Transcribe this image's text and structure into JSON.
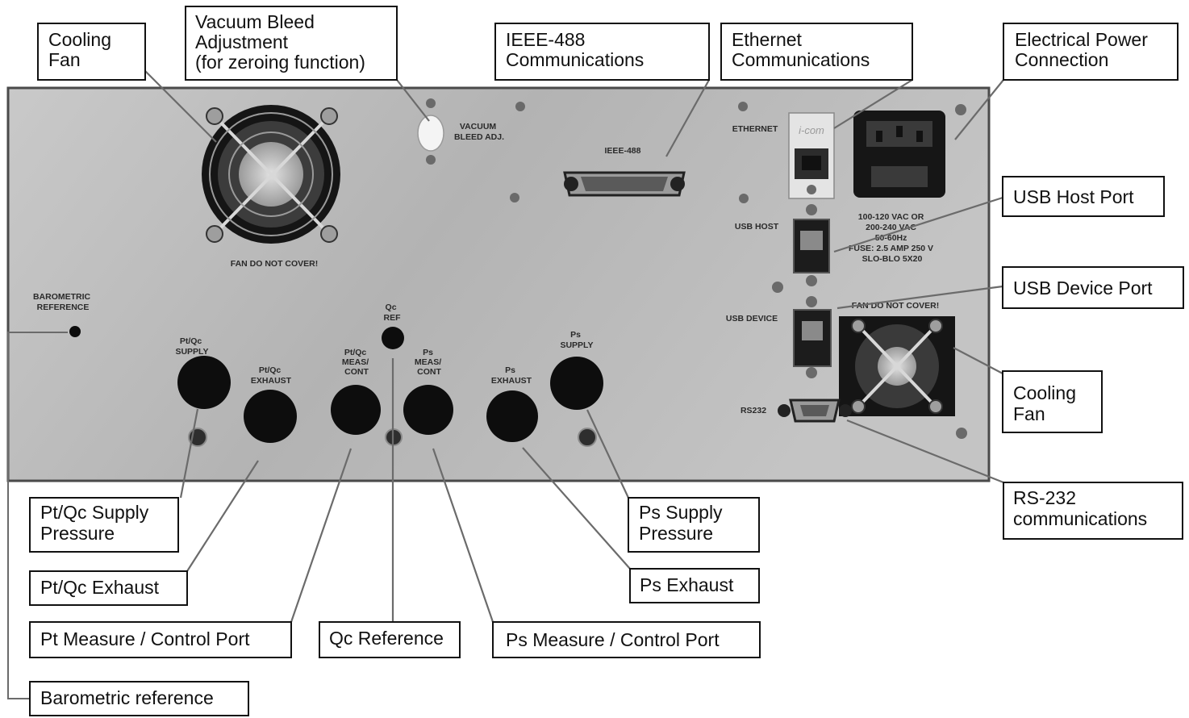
{
  "callouts": {
    "cooling_fan_left": [
      "Cooling",
      "Fan"
    ],
    "vacuum_bleed": [
      "Vacuum Bleed",
      "Adjustment",
      "(for zeroing function)"
    ],
    "ieee488": [
      "IEEE-488",
      "Communications"
    ],
    "ethernet": [
      "Ethernet",
      "Communications"
    ],
    "power": [
      "Electrical Power",
      "Connection"
    ],
    "usb_host": [
      "USB Host Port"
    ],
    "usb_device": [
      "USB Device Port"
    ],
    "cooling_fan_right": [
      "Cooling",
      "Fan"
    ],
    "rs232": [
      "RS-232",
      "communications"
    ],
    "ptqc_supply": [
      "Pt/Qc Supply",
      "Pressure"
    ],
    "ptqc_exhaust": [
      "Pt/Qc Exhaust"
    ],
    "pt_measure": [
      "Pt Measure / Control Port"
    ],
    "qc_reference": [
      "Qc Reference"
    ],
    "ps_measure": [
      "Ps Measure / Control Port"
    ],
    "ps_exhaust": [
      "Ps Exhaust"
    ],
    "ps_supply": [
      "Ps Supply",
      "Pressure"
    ],
    "barometric": [
      "Barometric reference"
    ]
  },
  "panel_labels": {
    "fan_left": "FAN DO NOT COVER!",
    "vacuum_bleed": [
      "VACUUM",
      "BLEED ADJ."
    ],
    "ieee488": "IEEE-488",
    "ethernet": "ETHERNET",
    "icom": "i-com",
    "usb_host": "USB HOST",
    "usb_device": "USB DEVICE",
    "power_spec": [
      "100-120 VAC OR",
      "200-240 VAC",
      "50-60Hz",
      "FUSE: 2.5 AMP 250 V",
      "SLO-BLO 5X20"
    ],
    "fan_right": "FAN DO NOT COVER!",
    "rs232": "RS232",
    "barometric": [
      "BAROMETRIC",
      "REFERENCE"
    ],
    "ptqc_supply": [
      "Pt/Qc",
      "SUPPLY"
    ],
    "ptqc_exhaust": [
      "Pt/Qc",
      "EXHAUST"
    ],
    "ptqc_meas": [
      "Pt/Qc",
      "MEAS/",
      "CONT"
    ],
    "qc_ref": [
      "Qc",
      "REF"
    ],
    "ps_meas": [
      "Ps",
      "MEAS/",
      "CONT"
    ],
    "ps_exhaust": [
      "Ps",
      "EXHAUST"
    ],
    "ps_supply": [
      "Ps",
      "SUPPLY"
    ]
  },
  "colors": {
    "panel": "#bdbdbd",
    "panel_border": "#4a4a4a",
    "port": "#0d0d0d",
    "leader": "#6b6b6b",
    "text": "#111111"
  }
}
